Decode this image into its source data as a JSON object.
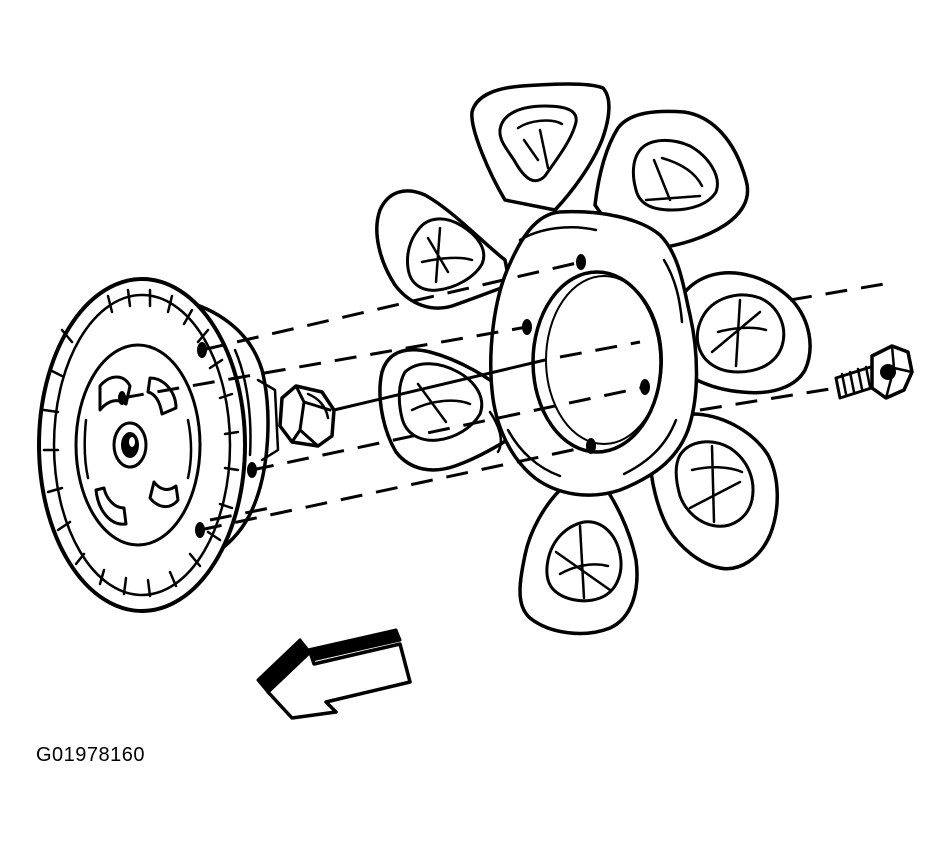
{
  "figure": {
    "code": "G01978160",
    "parts": [
      "fan-clutch",
      "clutch-stud-nut",
      "fan-blade-assembly",
      "fan-mounting-bolt",
      "direction-arrow"
    ],
    "fan_blade_count": 7,
    "ink_color": "#000000",
    "background_color": "#ffffff"
  }
}
